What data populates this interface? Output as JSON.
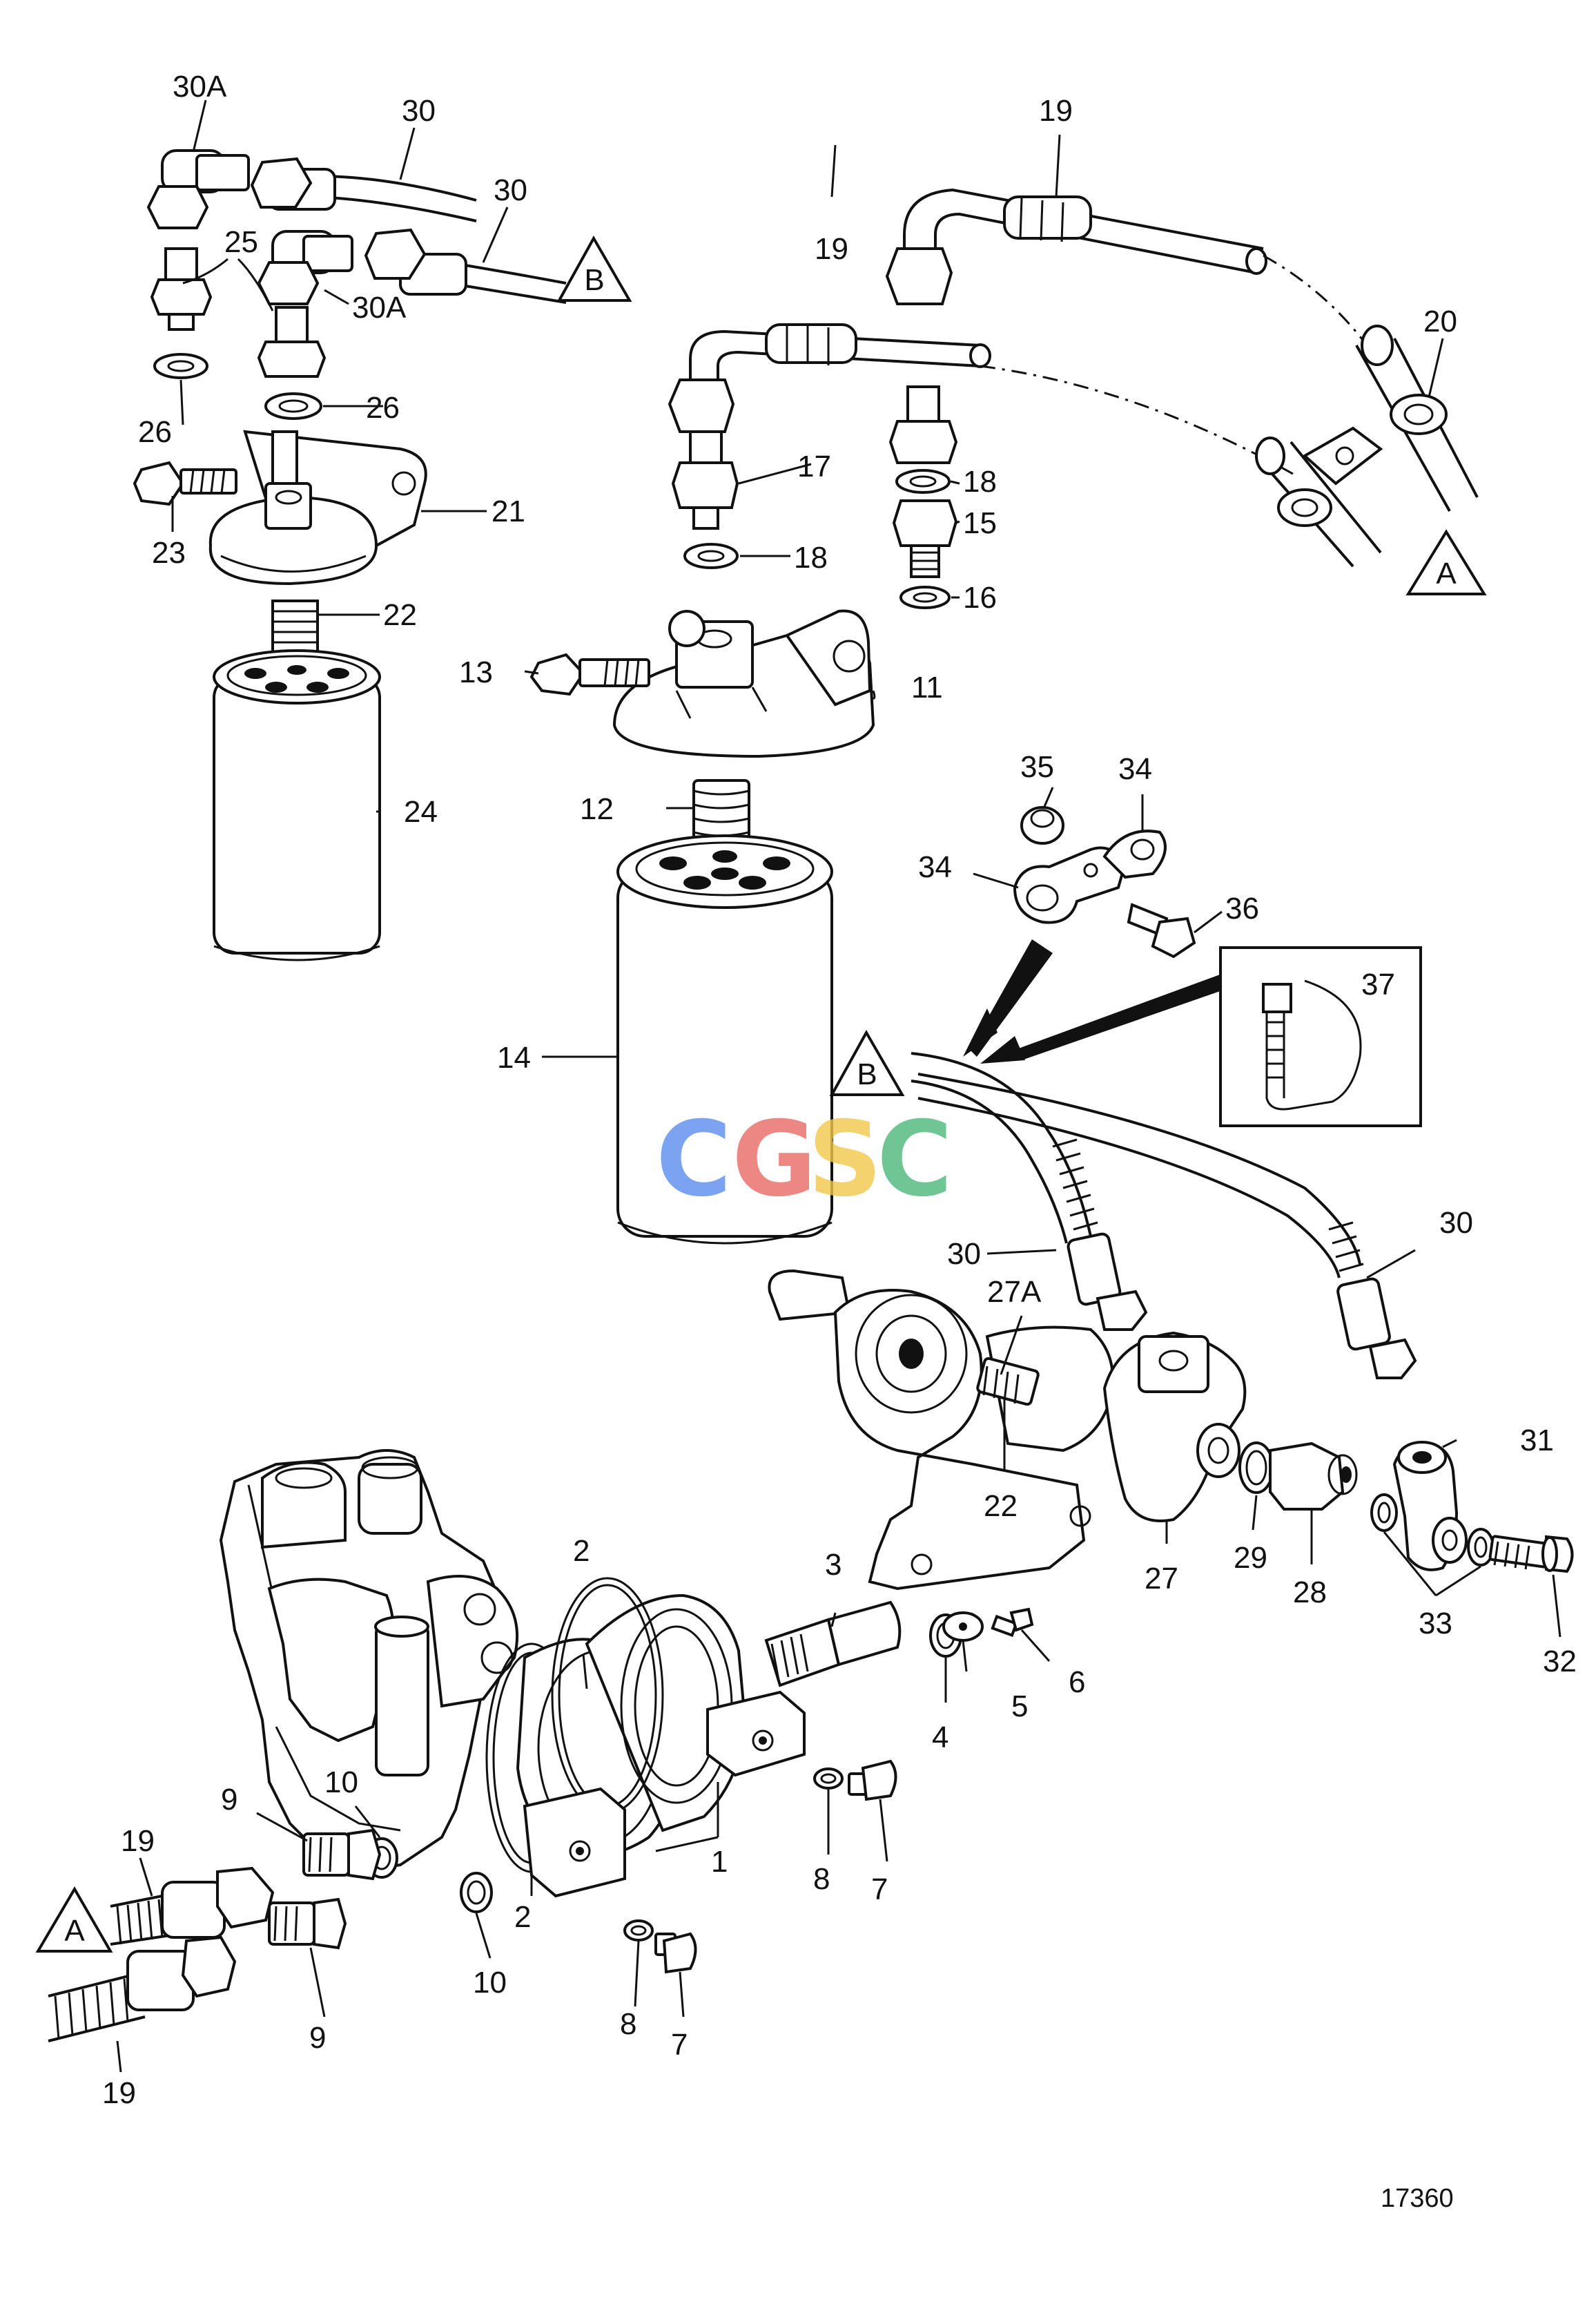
{
  "diagram": {
    "labels": {
      "p1": "1",
      "p2a": "2",
      "p2b": "2",
      "p3": "3",
      "p4": "4",
      "p5": "5",
      "p6": "6",
      "p7a": "7",
      "p7b": "7",
      "p8a": "8",
      "p8b": "8",
      "p9a": "9",
      "p9b": "9",
      "p10a": "10",
      "p10b": "10",
      "p11": "11",
      "p12": "12",
      "p13": "13",
      "p14": "14",
      "p15": "15",
      "p16": "16",
      "p17": "17",
      "p18a": "18",
      "p18b": "18",
      "p19a": "19",
      "p19b": "19",
      "p19c": "19",
      "p19d": "19",
      "p20": "20",
      "p21": "21",
      "p22a": "22",
      "p22b": "22",
      "p23": "23",
      "p24": "24",
      "p25": "25",
      "p26a": "26",
      "p26b": "26",
      "p27": "27",
      "p27a": "27A",
      "p28": "28",
      "p29": "29",
      "p30a": "30",
      "p30b": "30",
      "p30c": "30",
      "p30d": "30",
      "p30A1": "30A",
      "p30A2": "30A",
      "p31": "31",
      "p32": "32",
      "p33": "33",
      "p34a": "34",
      "p34b": "34",
      "p35": "35",
      "p36": "36",
      "p37": "37"
    },
    "references": {
      "ref_a1": "A",
      "ref_a2": "A",
      "ref_b1": "B",
      "ref_b2": "B"
    },
    "document_number": "17360",
    "watermark": {
      "letters": [
        "C",
        "G",
        "S",
        "C"
      ],
      "colors": [
        "#5b8def",
        "#e86a66",
        "#f2c94c",
        "#4cb87a"
      ]
    }
  }
}
